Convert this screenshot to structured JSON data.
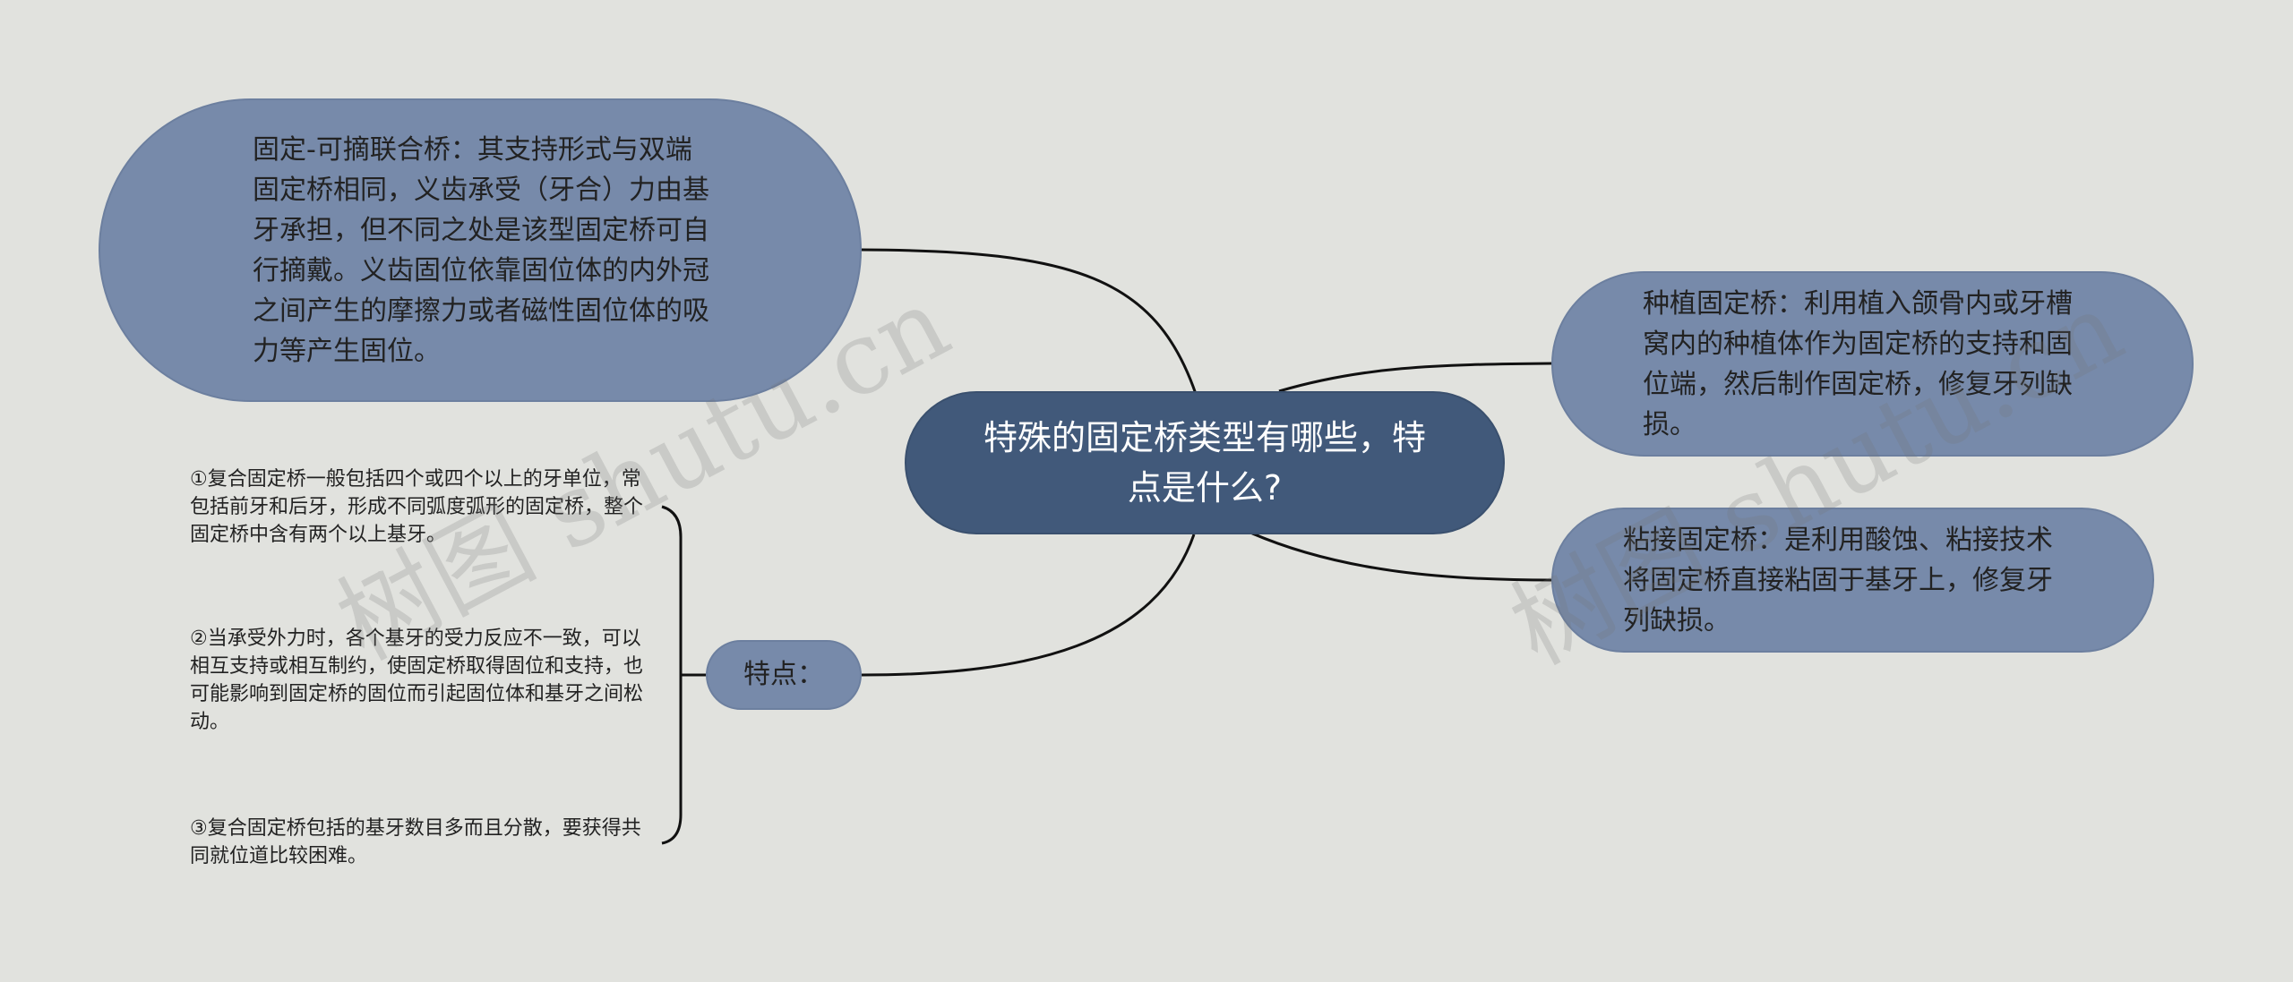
{
  "central": {
    "text": "特殊的固定桥类型有哪些，特点是什么?"
  },
  "branches": {
    "removable": {
      "text": "固定-可摘联合桥：其支持形式与双端固定桥相同，义齿承受（牙合）力由基牙承担，但不同之处是该型固定桥可自行摘戴。义齿固位依靠固位体的内外冠之间产生的摩擦力或者磁性固位体的吸力等产生固位。"
    },
    "implant": {
      "text": "种植固定桥：利用植入颌骨内或牙槽窝内的种植体作为固定桥的支持和固位端，然后制作固定桥，修复牙列缺损。"
    },
    "adhesive": {
      "text": "粘接固定桥：是利用酸蚀、粘接技术将固定桥直接粘固于基牙上，修复牙列缺损。"
    },
    "features": {
      "label": "特点：",
      "items": [
        "①复合固定桥一般包括四个或四个以上的牙单位，常包括前牙和后牙，形成不同弧度弧形的固定桥，整个固定桥中含有两个以上基牙。",
        "②当承受外力时，各个基牙的受力反应不一致，可以相互支持或相互制约，使固定桥取得固位和支持，也可能影响到固定桥的固位而引起固位体和基牙之间松动。",
        "③复合固定桥包括的基牙数目多而且分散，要获得共同就位道比较困难。"
      ]
    }
  },
  "watermarks": [
    "树图 shutu.cn",
    "树图 shutu.cn"
  ],
  "colors": {
    "background": "#e1e2de",
    "central_fill": "#41597a",
    "branch_fill": "#778aaa",
    "link": "#111111"
  }
}
